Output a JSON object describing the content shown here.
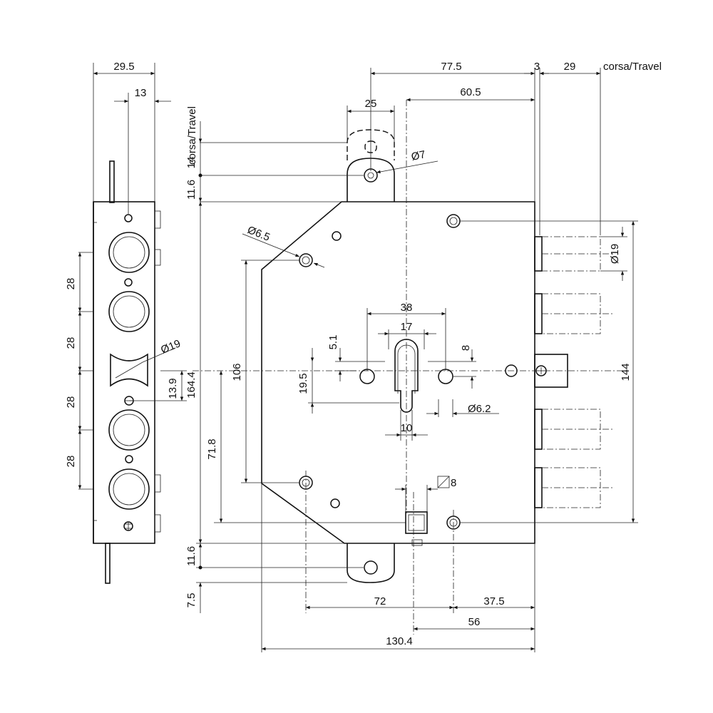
{
  "dims": {
    "side_width": "29.5",
    "side_offset": "13",
    "travel_left": "corsa/Travel",
    "travel_right": "corsa/Travel",
    "pitch_1": "28",
    "pitch_2": "28",
    "pitch_3": "28",
    "pitch_4": "28",
    "side_bolt_dia": "Ø19",
    "side_small": "13.9",
    "top_14": "14",
    "top_11_6": "11.6",
    "height_164_4": "164.4",
    "height_106": "106",
    "height_71_8": "71.8",
    "bottom_11_6": "11.6",
    "bottom_7_5": "7.5",
    "top_77_5": "77.5",
    "top_3": "3",
    "top_29": "29",
    "top_25": "25",
    "top_60_5": "60.5",
    "hole_7": "Ø7",
    "hole_6_5": "Ø6.5",
    "cyl_38": "38",
    "cyl_17": "17",
    "cyl_5_1": "5.1",
    "cyl_8": "8",
    "cyl_19_5": "19.5",
    "cyl_6_2": "Ø6.2",
    "cyl_10": "10",
    "bolt_dia_19": "Ø19",
    "height_144": "144",
    "square_8": "8",
    "bottom_72": "72",
    "bottom_37_5": "37.5",
    "bottom_56": "56",
    "bottom_130_4": "130.4"
  }
}
